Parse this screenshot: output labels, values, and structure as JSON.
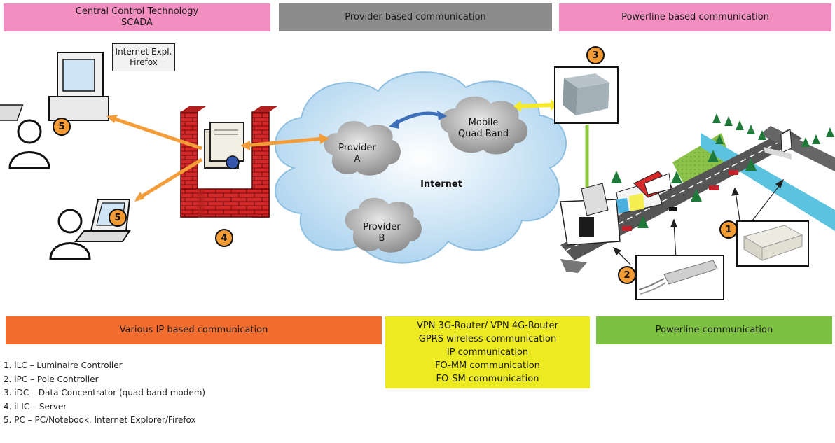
{
  "headers": {
    "central_line1": "Central Control Technology",
    "central_line2": "SCADA",
    "provider": "Provider based communication",
    "powerline": "Powerline based communication"
  },
  "labels": {
    "browser_line1": "Internet Expl.",
    "browser_line2": "Firefox",
    "provider_a_line1": "Provider",
    "provider_a_line2": "A",
    "provider_b_line1": "Provider",
    "provider_b_line2": "B",
    "mobile_line1": "Mobile",
    "mobile_line2": "Quad Band",
    "internet": "Internet"
  },
  "badges": {
    "b1": "1",
    "b2": "2",
    "b3": "3",
    "b4": "4",
    "b5": "5"
  },
  "bottom_bars": {
    "ip": "Various IP based communication",
    "vpn_lines": [
      "VPN 3G-Router/ VPN 4G-Router",
      "GPRS wireless communication",
      "IP communication",
      "FO-MM communication",
      "FO-SM communication"
    ],
    "powerline": "Powerline communication"
  },
  "legend": [
    "1.  iLC – Luminaire Controller",
    "2.  iPC – Pole Controller",
    "3.  iDC – Data Concentrator (quad band modem)",
    "4.  iLIC – Server",
    "5.  PC – PC/Notebook, Internet Explorer/Firefox"
  ],
  "colors": {
    "pink": "#f18fc0",
    "gray": "#8c8c8c",
    "orange_bar": "#f26c2d",
    "yellow_bar": "#ecea21",
    "green_bar": "#7dc142",
    "arrow_orange": "#f39c38",
    "arrow_blue": "#3d6fb8",
    "arrow_yellow": "#f5e92a",
    "arrow_green": "#8cc63f",
    "brick": "#d62828",
    "badge": "#f29b35"
  }
}
